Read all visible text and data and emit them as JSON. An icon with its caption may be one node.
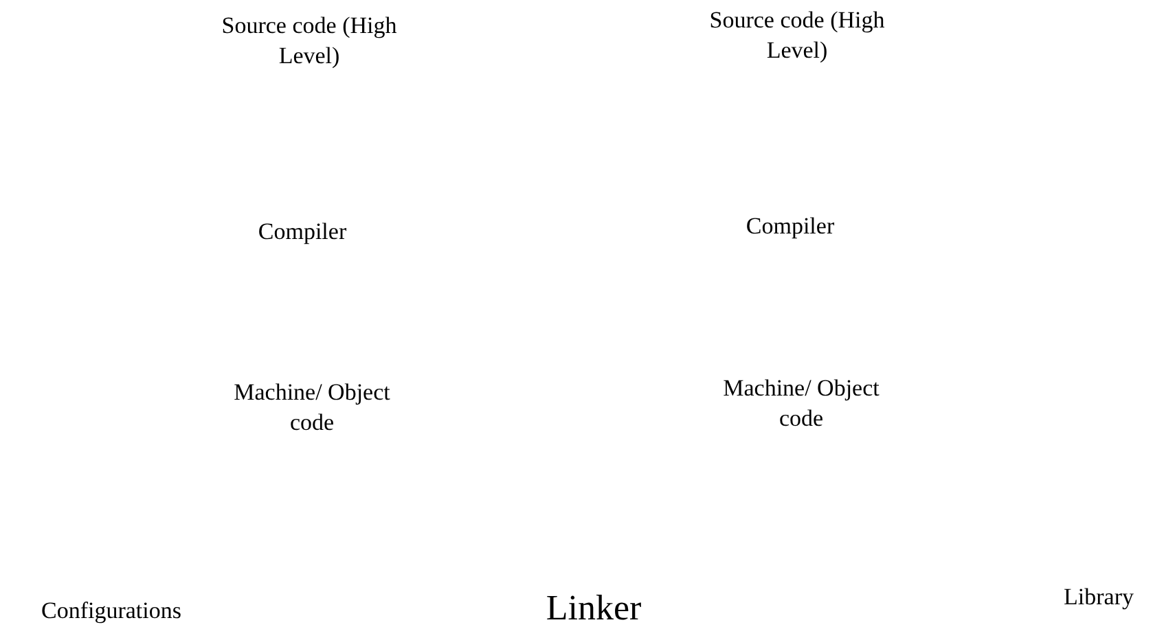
{
  "diagram": {
    "labels": [
      "Source code (High Level)",
      "Source code (High Level)",
      "Compiler",
      "Compiler",
      "Machine/ Object code",
      "Machine/ Object code",
      "Configurations",
      "Linker",
      "Library"
    ]
  }
}
